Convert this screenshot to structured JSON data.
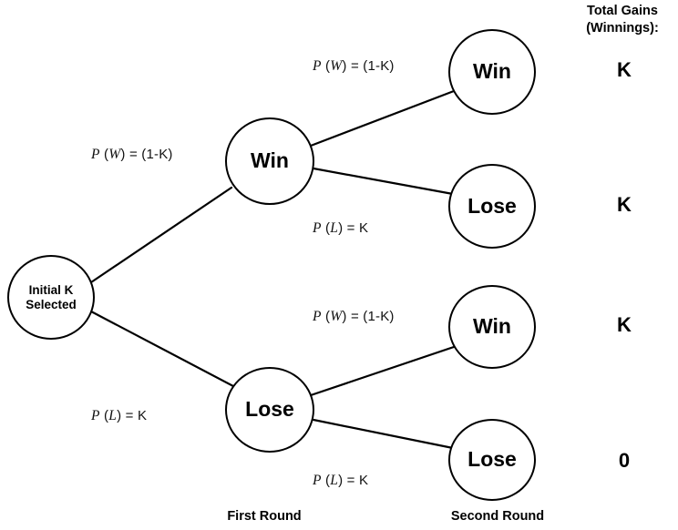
{
  "figure": {
    "type": "decision-tree",
    "background_color": "#ffffff",
    "stroke_color": "#000000",
    "text_color": "#000000"
  },
  "header": {
    "gains_title": "Total Gains\n(Winnings):"
  },
  "nodes": {
    "root": {
      "label": "Initial K\nSelected"
    },
    "round1": [
      {
        "id": "r1-win",
        "label": "Win"
      },
      {
        "id": "r1-lose",
        "label": "Lose"
      }
    ],
    "round2": [
      {
        "id": "r2-win-win",
        "label": "Win"
      },
      {
        "id": "r2-win-lose",
        "label": "Lose"
      },
      {
        "id": "r2-lose-win",
        "label": "Win"
      },
      {
        "id": "r2-lose-lose",
        "label": "Lose"
      }
    ]
  },
  "edge_labels": {
    "root_win": {
      "p": "P",
      "var": "W",
      "rest": " = (1-K)"
    },
    "root_lose": {
      "p": "P",
      "var": "L",
      "rest": " = K"
    },
    "win_win": {
      "p": "P",
      "var": "W",
      "rest": " = (1-K)"
    },
    "win_lose": {
      "p": "P",
      "var": "L",
      "rest": " = K"
    },
    "lose_win": {
      "p": "P",
      "var": "W",
      "rest": " = (1-K)"
    },
    "lose_lose": {
      "p": "P",
      "var": "L",
      "rest": " = K"
    }
  },
  "gains": [
    {
      "id": "gain-win-win",
      "value": "K"
    },
    {
      "id": "gain-win-lose",
      "value": "K"
    },
    {
      "id": "gain-lose-win",
      "value": "K"
    },
    {
      "id": "gain-lose-lose",
      "value": "0"
    }
  ],
  "round_labels": {
    "first": "First Round",
    "second": "Second Round"
  }
}
